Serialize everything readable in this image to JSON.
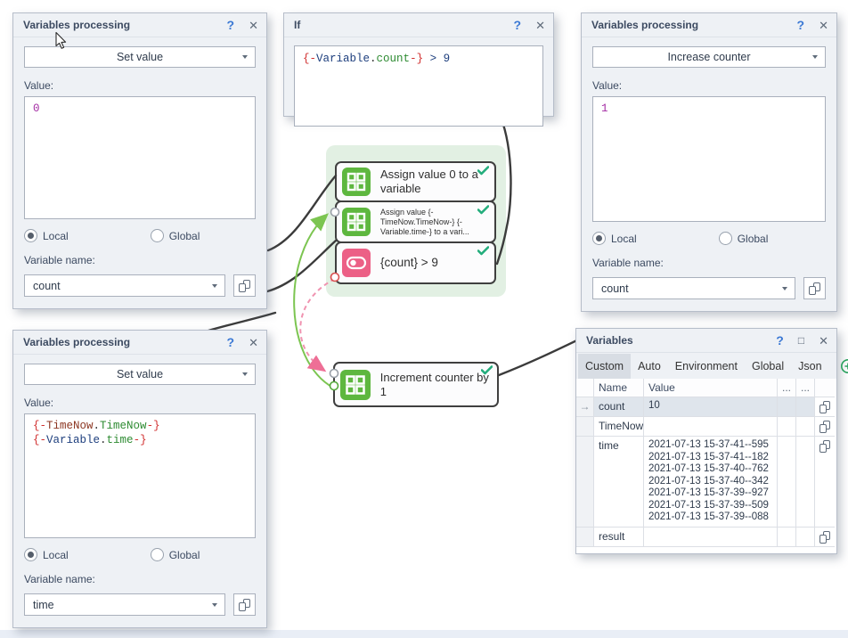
{
  "panel_set_count": {
    "title": "Variables processing",
    "help_icon": "?",
    "close_icon": "✕",
    "action": "Set value",
    "value_label": "Value:",
    "value_lines": [
      [
        {
          "t": "0",
          "c": "#a32ba3"
        }
      ]
    ],
    "local_label": "Local",
    "global_label": "Global",
    "selected_scope": "Local",
    "variable_name_label": "Variable name:",
    "variable_name": "count"
  },
  "panel_if": {
    "title": "If",
    "help_icon": "?",
    "close_icon": "✕",
    "condition_lines": [
      [
        {
          "t": "{-",
          "c": "#d12f2f"
        },
        {
          "t": "Variable",
          "c": "#1d3e7d"
        },
        {
          "t": ".",
          "c": "#333333"
        },
        {
          "t": "count",
          "c": "#2e8b32"
        },
        {
          "t": "-}",
          "c": "#d12f2f"
        },
        {
          "t": " > 9",
          "c": "#1d3e7d"
        }
      ]
    ]
  },
  "panel_increase": {
    "title": "Variables processing",
    "help_icon": "?",
    "close_icon": "✕",
    "action": "Increase counter",
    "value_label": "Value:",
    "value_lines": [
      [
        {
          "t": "1",
          "c": "#a32ba3"
        }
      ]
    ],
    "local_label": "Local",
    "global_label": "Global",
    "selected_scope": "Local",
    "variable_name_label": "Variable name:",
    "variable_name": "count"
  },
  "panel_set_time": {
    "title": "Variables processing",
    "help_icon": "?",
    "close_icon": "✕",
    "action": "Set value",
    "value_label": "Value:",
    "value_lines": [
      [
        {
          "t": "{-",
          "c": "#d12f2f"
        },
        {
          "t": "TimeNow",
          "c": "#8c3622"
        },
        {
          "t": ".",
          "c": "#333333"
        },
        {
          "t": "TimeNow",
          "c": "#2e8b32"
        },
        {
          "t": "-}",
          "c": "#d12f2f"
        }
      ],
      [
        {
          "t": "{-",
          "c": "#d12f2f"
        },
        {
          "t": "Variable",
          "c": "#1d3e7d"
        },
        {
          "t": ".",
          "c": "#333333"
        },
        {
          "t": "time",
          "c": "#2e8b32"
        },
        {
          "t": "-}",
          "c": "#d12f2f"
        }
      ]
    ],
    "local_label": "Local",
    "global_label": "Global",
    "selected_scope": "Local",
    "variable_name_label": "Variable name:",
    "variable_name": "time"
  },
  "panel_variables": {
    "title": "Variables",
    "help_icon": "?",
    "maximize_icon": "□",
    "close_icon": "✕",
    "tabs": [
      "Custom",
      "Auto",
      "Environment",
      "Global",
      "Json"
    ],
    "selected_tab": "Custom",
    "add_icon": "plus-circle",
    "more_icon": "▾",
    "table": {
      "headers": [
        "",
        "Name",
        "Value",
        "...",
        "...",
        ""
      ],
      "row_marker": "→",
      "rows": [
        {
          "name": "count",
          "value": "10",
          "highlighted": true
        },
        {
          "name": "TimeNow",
          "value": "",
          "highlighted": false
        },
        {
          "name": "time",
          "value": "2021-07-13  15-37-41--595\n2021-07-13  15-37-41--182\n2021-07-13  15-37-40--762\n2021-07-13  15-37-40--342\n2021-07-13  15-37-39--927\n2021-07-13  15-37-39--509\n2021-07-13  15-37-39--088",
          "highlighted": false
        },
        {
          "name": "result",
          "value": "",
          "highlighted": false
        }
      ]
    }
  },
  "flowchart": {
    "assign_zero_label": "Assign value 0 to a variable",
    "assign_time_label": "Assign value {-TimeNow.TimeNow-} {-Variable.time-} to a vari...",
    "condition_label": "{count} > 9",
    "increment_label": "Increment counter by 1"
  },
  "colors": {
    "block_green": "#5eb73f",
    "block_pink": "#ec6086",
    "check_green": "#23ad7c",
    "edge_black": "#3b3b3b",
    "edge_green": "#7cc551",
    "edge_pink": "#f093b0",
    "group_background": "#e2f0e3",
    "highlight_row": "#dfe5ec"
  }
}
